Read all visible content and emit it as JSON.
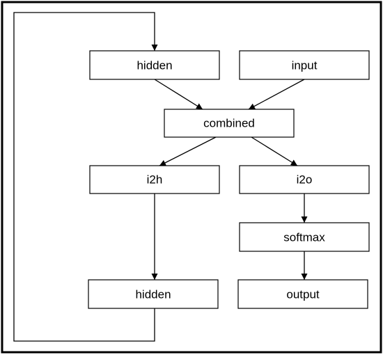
{
  "diagram": {
    "nodes": [
      {
        "id": "hidden_top",
        "label": "hidden"
      },
      {
        "id": "input",
        "label": "input"
      },
      {
        "id": "combined",
        "label": "combined"
      },
      {
        "id": "i2h",
        "label": "i2h"
      },
      {
        "id": "i2o",
        "label": "i2o"
      },
      {
        "id": "softmax",
        "label": "softmax"
      },
      {
        "id": "hidden_bottom",
        "label": "hidden"
      },
      {
        "id": "output",
        "label": "output"
      }
    ],
    "edges": [
      {
        "from": "hidden_top",
        "to": "combined"
      },
      {
        "from": "input",
        "to": "combined"
      },
      {
        "from": "combined",
        "to": "i2h"
      },
      {
        "from": "combined",
        "to": "i2o"
      },
      {
        "from": "i2h",
        "to": "hidden_bottom"
      },
      {
        "from": "i2o",
        "to": "softmax"
      },
      {
        "from": "softmax",
        "to": "output"
      },
      {
        "from": "hidden_bottom",
        "to": "hidden_top",
        "type": "loop"
      }
    ]
  }
}
